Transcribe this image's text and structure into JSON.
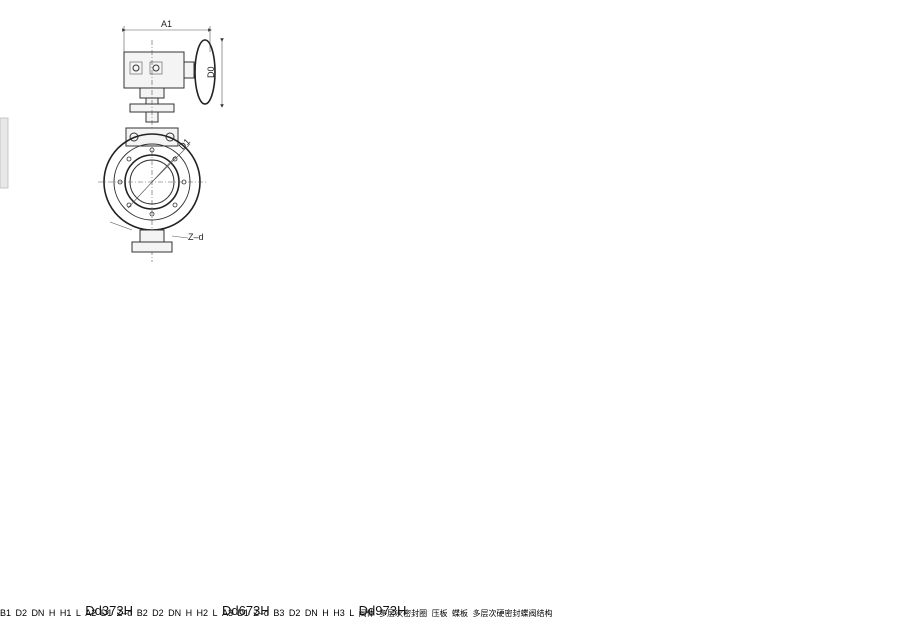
{
  "models": {
    "dd373h": "Dd373H",
    "dd673h": "Dd673H",
    "dd973h": "Dd973H"
  },
  "dims": {
    "a1": "A1",
    "a2": "A2",
    "a3": "A3",
    "b1": "B1",
    "b2": "B2",
    "b3": "B3",
    "d0": "D0",
    "d1": "D1",
    "d2": "D2",
    "dn": "DN",
    "h": "H",
    "h1": "H1",
    "h2": "H2",
    "h3": "H3",
    "l": "L",
    "zd": "Z–d"
  },
  "detail": {
    "valve_body": "阀体",
    "multilayer_seal_ring": "多层次密封圈",
    "pressure_plate": "压板",
    "butterfly_plate": "蝶板",
    "caption": "多层次硬密封蝶阀结构"
  }
}
